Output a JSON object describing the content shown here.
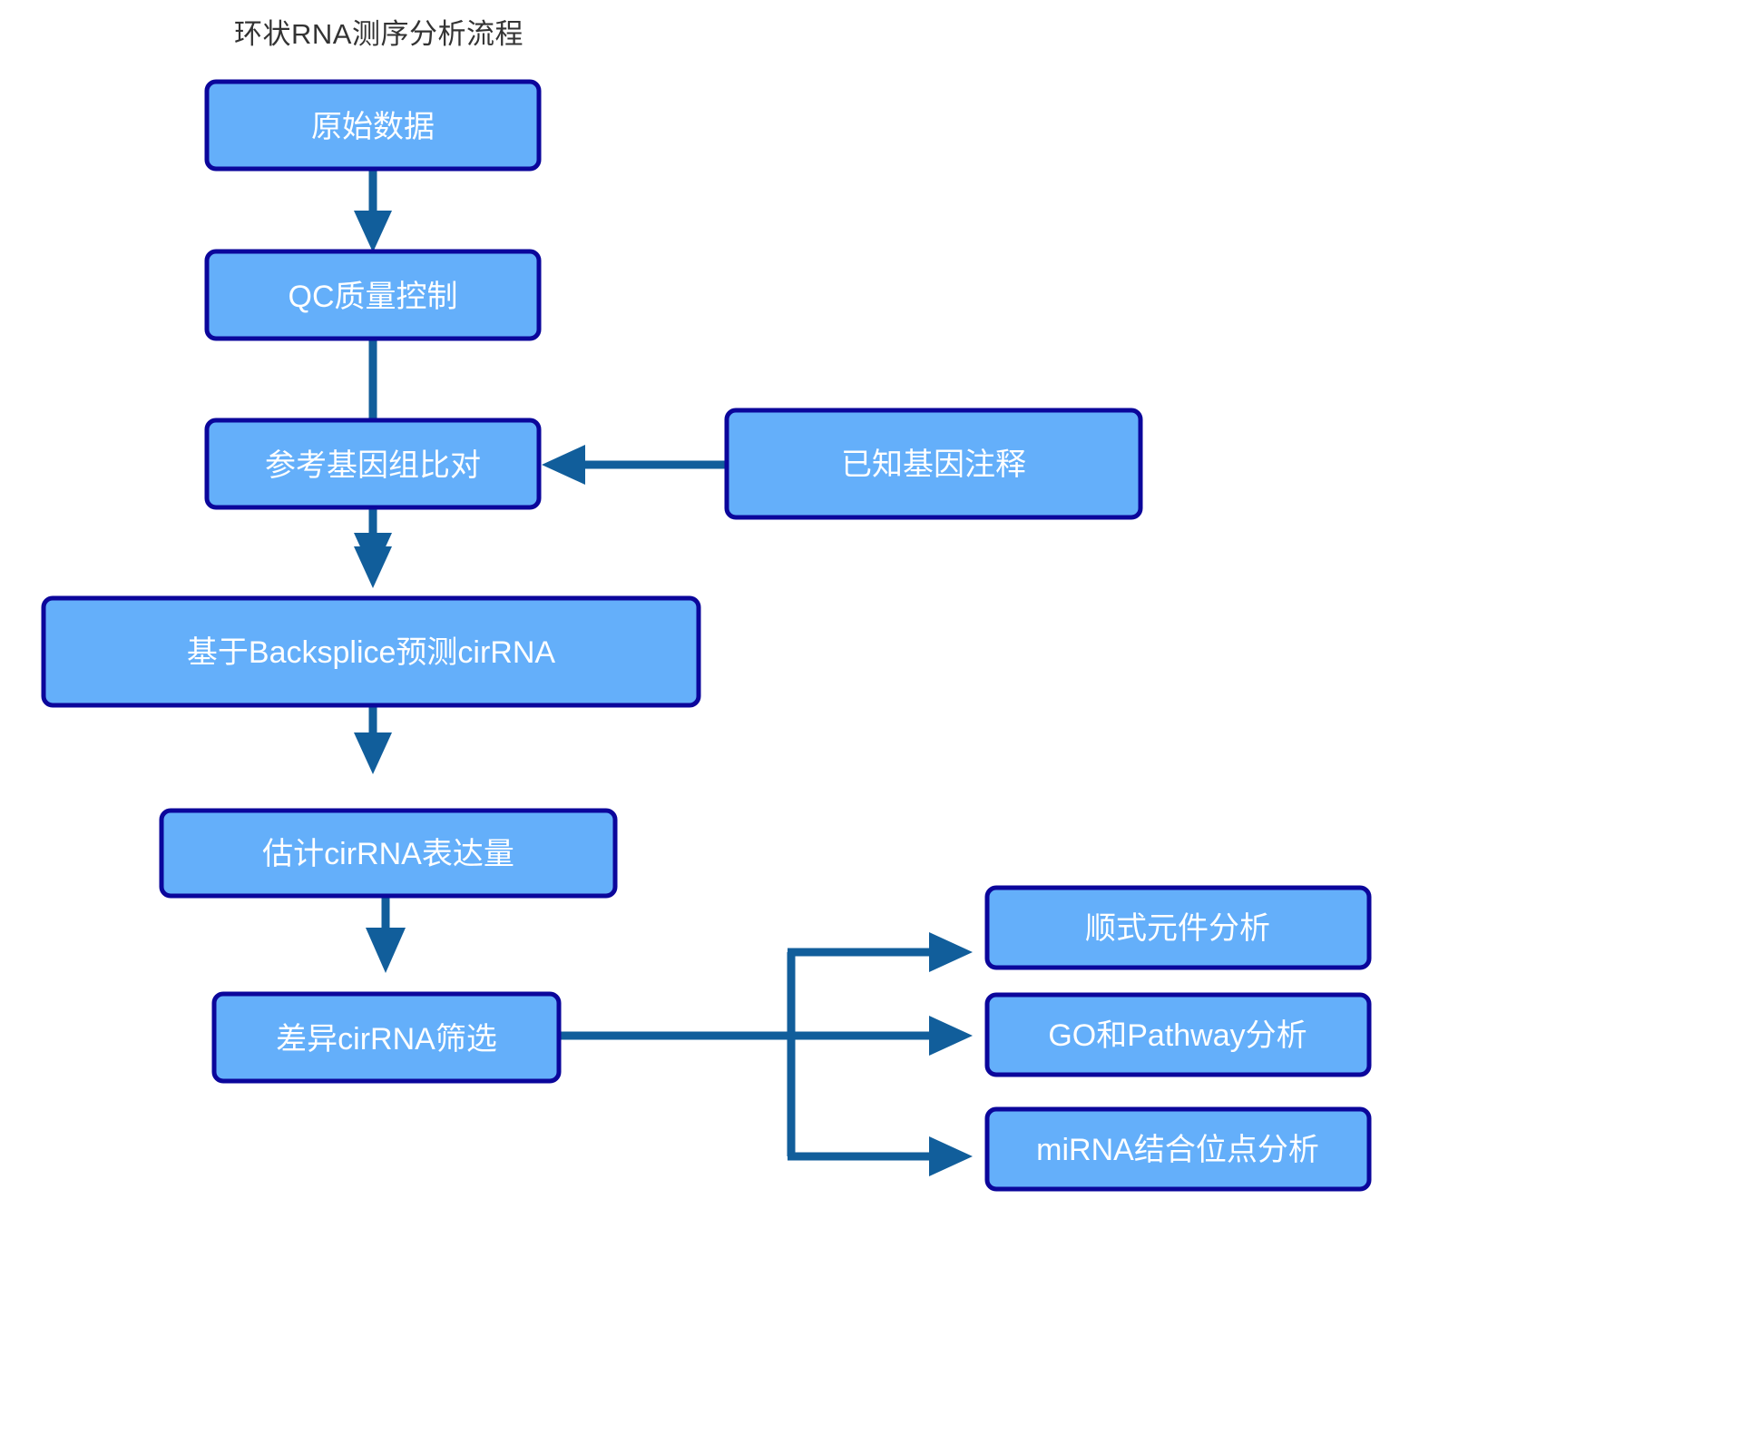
{
  "diagram": {
    "title": "环状RNA测序分析流程",
    "background_color": "#ffffff",
    "title_color": "#333333",
    "node_fill": "#64AFFA",
    "node_border": "#0B069B",
    "node_text_color": "#ffffff",
    "edge_color": "#115E9B",
    "nodes": [
      {
        "id": "raw-data",
        "label": "原始数据"
      },
      {
        "id": "qc",
        "label": "QC质量控制"
      },
      {
        "id": "genome-align",
        "label": "参考基因组比对"
      },
      {
        "id": "known-gene-anno",
        "label": "已知基因注释"
      },
      {
        "id": "backsplice",
        "label": "基于Backsplice预测cirRNA"
      },
      {
        "id": "expression",
        "label": "估计cirRNA表达量"
      },
      {
        "id": "diff-screen",
        "label": "差异cirRNA筛选"
      },
      {
        "id": "cis-element",
        "label": "顺式元件分析"
      },
      {
        "id": "go-pathway",
        "label": "GO和Pathway分析"
      },
      {
        "id": "mirna-site",
        "label": "miRNA结合位点分析"
      }
    ],
    "edges": [
      {
        "from": "raw-data",
        "to": "qc",
        "direction": "down"
      },
      {
        "from": "qc",
        "to": "genome-align",
        "direction": "down"
      },
      {
        "from": "known-gene-anno",
        "to": "genome-align",
        "direction": "left"
      },
      {
        "from": "genome-align",
        "to": "backsplice",
        "direction": "down"
      },
      {
        "from": "backsplice",
        "to": "expression",
        "direction": "down"
      },
      {
        "from": "expression",
        "to": "diff-screen",
        "direction": "down"
      },
      {
        "from": "diff-screen",
        "to": "cis-element",
        "direction": "right"
      },
      {
        "from": "diff-screen",
        "to": "go-pathway",
        "direction": "right"
      },
      {
        "from": "diff-screen",
        "to": "mirna-site",
        "direction": "right"
      }
    ]
  }
}
